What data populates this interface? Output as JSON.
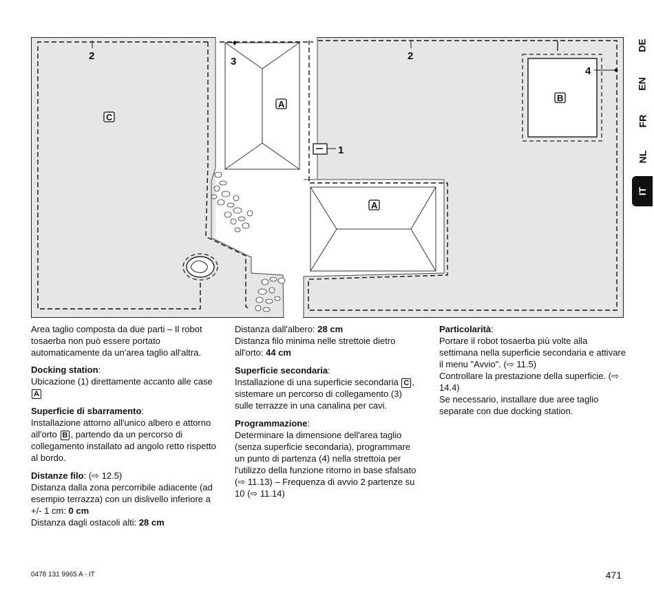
{
  "figure": {
    "labels": {
      "n1": "1",
      "n2a": "2",
      "n2b": "2",
      "n3": "3",
      "n4": "4",
      "boxA1": "A",
      "boxA2": "A",
      "boxB": "B",
      "boxC": "C"
    }
  },
  "languages": [
    {
      "code": "DE",
      "active": false
    },
    {
      "code": "EN",
      "active": false
    },
    {
      "code": "FR",
      "active": false
    },
    {
      "code": "NL",
      "active": false
    },
    {
      "code": "IT",
      "active": true
    }
  ],
  "col1": {
    "intro": "Area taglio composta da due parti – Il robot tosaerba non può essere portato automaticamente da un'area taglio all'altra.",
    "docking": {
      "title": "Docking station",
      "colon": ":",
      "text": "Ubicazione (1) direttamente accanto alle case",
      "box": "A"
    },
    "barrier": {
      "title": "Superficie di sbarramento",
      "colon": ":",
      "text1": "Installazione attorno all'unico albero e attorno all'orto",
      "box": "B",
      "text2": ", partendo da un percorso di collegamento installato ad angolo retto rispetto al bordo."
    },
    "distances": {
      "title": "Distanze filo",
      "ref": ": (⇨ 12.5)",
      "line1": "Distanza dalla zona percorribile adiacente (ad esempio terrazza) con un dislivello inferiore a +/- 1 cm: ",
      "val1": "0 cm",
      "line2": "Distanza dagli ostacoli alti: ",
      "val2": "28 cm"
    }
  },
  "col2": {
    "tree": "Distanza dall'albero: ",
    "tree_val": "28 cm",
    "narrow": "Distanza filo minima nelle strettoie dietro all'orto: ",
    "narrow_val": "44 cm",
    "secondary": {
      "title": "Superficie secondaria",
      "colon": ":",
      "text1": "Installazione di una superficie secondaria",
      "box": "C",
      "text2": ", sistemare un percorso di collegamento (3) sulle terrazze in una canalina per cavi."
    },
    "programming": {
      "title": "Programmazione",
      "colon": ":",
      "text": "Determinare la dimensione dell'area taglio (senza superficie secondaria), programmare un punto di partenza (4) nella strettoia per l'utilizzo della funzione ritorno in base sfalsato (⇨ 11.13) – Frequenza di avvio 2 partenze su 10 (⇨ 11.14)"
    }
  },
  "col3": {
    "title": "Particolarità",
    "colon": ":",
    "text1": "Portare il robot tosaerba più volte alla settimana nella superficie secondaria e attivare il menu \"Avvio\". (⇨ 11.5)",
    "text2": "Controllare la prestazione della superficie. (⇨ 14.4)",
    "text3": "Se necessario, installare due aree taglio separate con due docking station."
  },
  "footer": {
    "code": "0478 131 9965 A - IT",
    "page": "471"
  }
}
